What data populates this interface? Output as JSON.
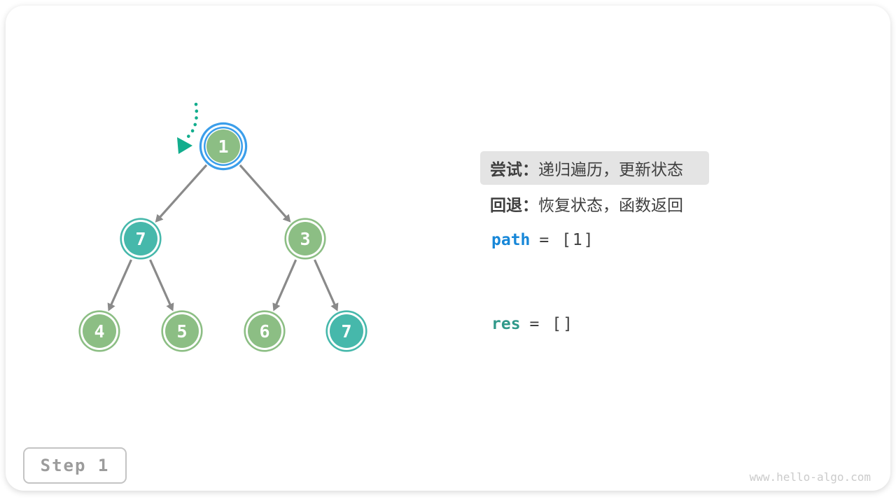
{
  "panel": {
    "try_label": "尝试：",
    "try_text": "递归遍历，更新状态",
    "backtrack_label": "回退：",
    "backtrack_text": "恢复状态，函数返回",
    "path_var": "path",
    "path_value": "= [1]",
    "res_var": "res",
    "res_value": "= []"
  },
  "tree": {
    "nodes": [
      {
        "value": "1",
        "type": "green",
        "current": true
      },
      {
        "value": "7",
        "type": "teal",
        "current": false
      },
      {
        "value": "3",
        "type": "green",
        "current": false
      },
      {
        "value": "4",
        "type": "green",
        "current": false
      },
      {
        "value": "5",
        "type": "green",
        "current": false
      },
      {
        "value": "6",
        "type": "green",
        "current": false
      },
      {
        "value": "7",
        "type": "teal",
        "current": false
      }
    ],
    "edges": [
      [
        0,
        1
      ],
      [
        0,
        2
      ],
      [
        1,
        3
      ],
      [
        1,
        4
      ],
      [
        2,
        5
      ],
      [
        2,
        6
      ]
    ]
  },
  "footer": {
    "step_label": "Step 1",
    "watermark": "www.hello-algo.com"
  },
  "colors": {
    "green": "#8CBE84",
    "teal": "#46B8AB",
    "highlight_ring": "#3B9EEA",
    "edge": "#8A8A8A",
    "arrow": "#12AD8D",
    "path_blue": "#1787D8",
    "res_teal": "#30998A",
    "text_dark": "#3F3F3F",
    "highlight_bg": "#E4E4E4"
  }
}
